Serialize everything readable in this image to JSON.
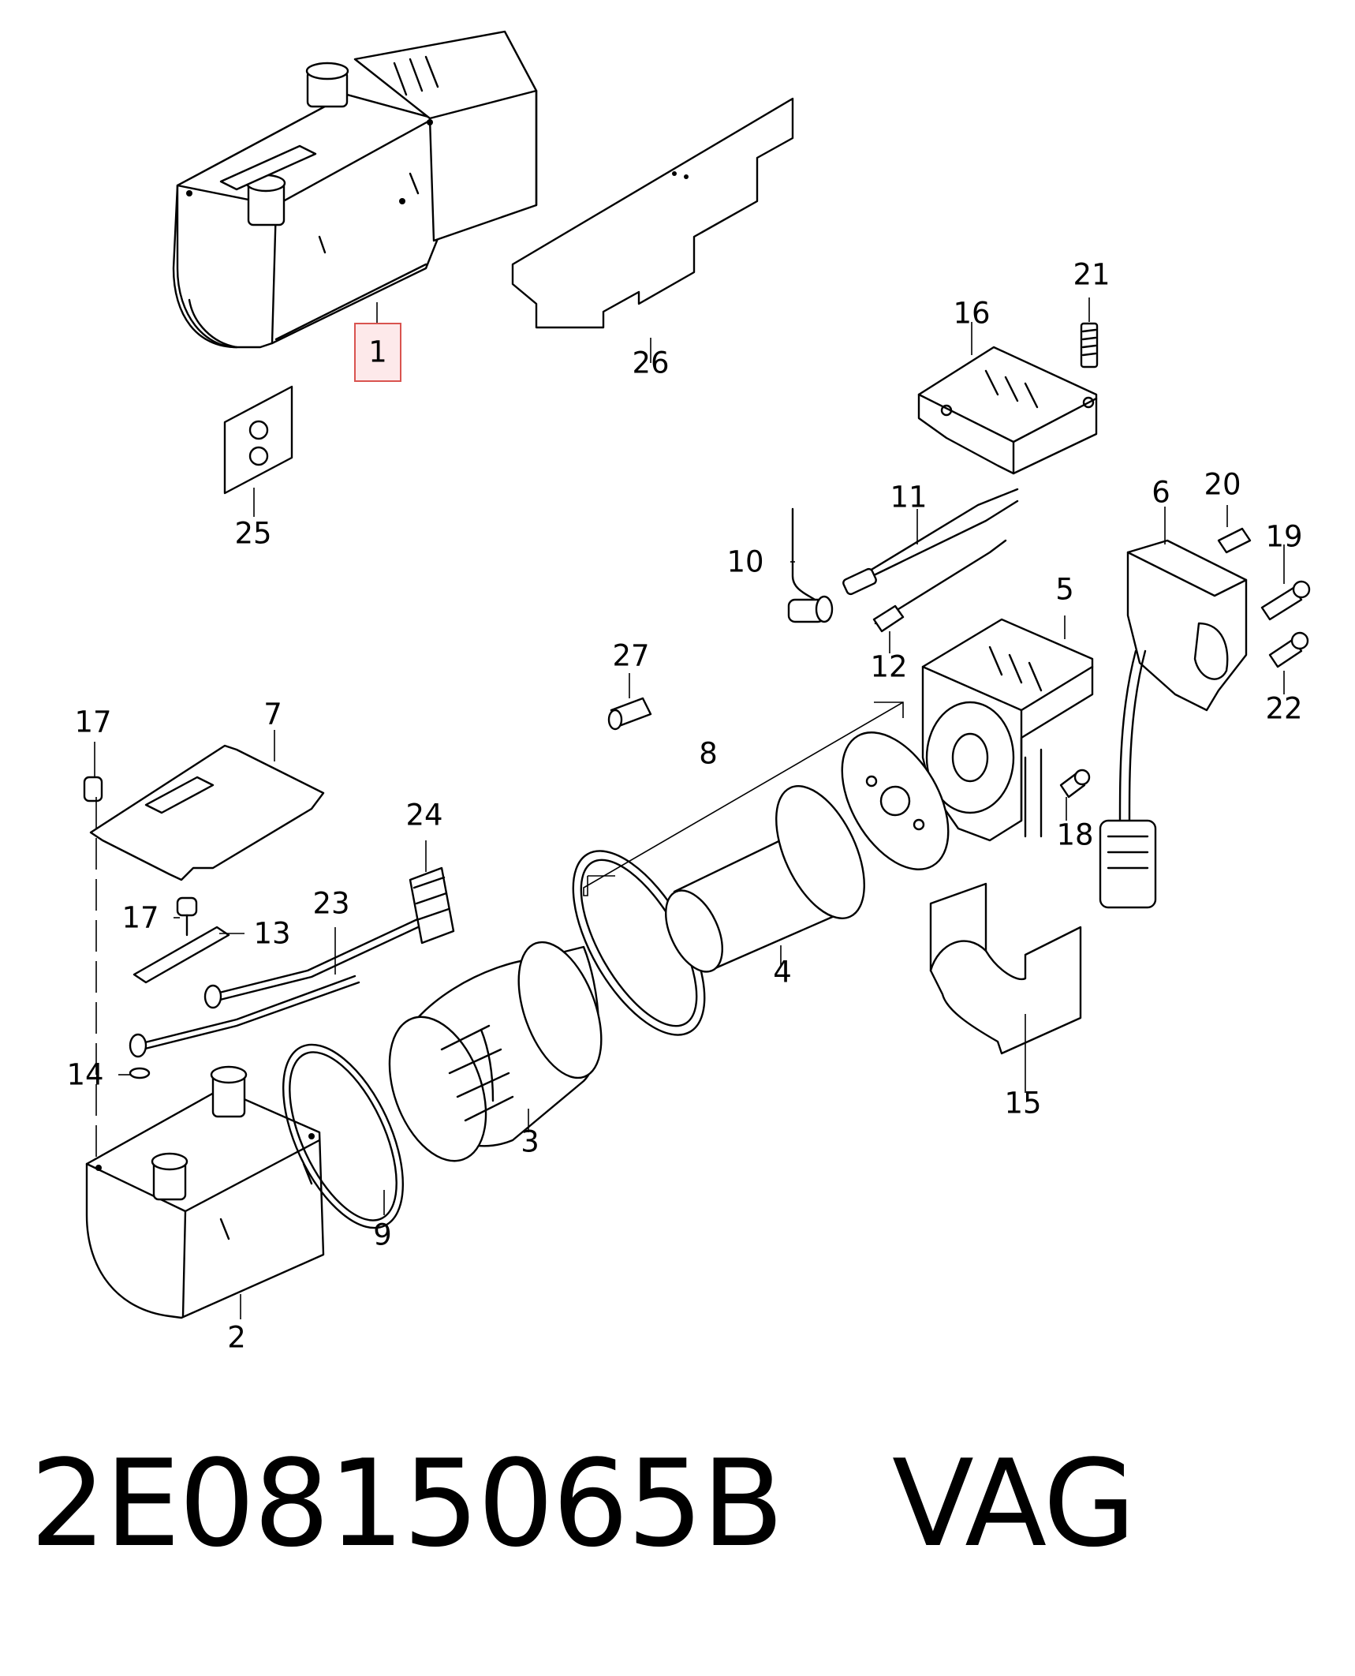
{
  "caption": {
    "part_number": "2E0815065B",
    "brand": "VAG"
  },
  "highlight_color": "#d9534f",
  "labels": [
    {
      "id": "1",
      "text": "1"
    },
    {
      "id": "2",
      "text": "2"
    },
    {
      "id": "3",
      "text": "3"
    },
    {
      "id": "4",
      "text": "4"
    },
    {
      "id": "5",
      "text": "5"
    },
    {
      "id": "6",
      "text": "6"
    },
    {
      "id": "7",
      "text": "7"
    },
    {
      "id": "8",
      "text": "8"
    },
    {
      "id": "9",
      "text": "9"
    },
    {
      "id": "10",
      "text": "10"
    },
    {
      "id": "11",
      "text": "11"
    },
    {
      "id": "12",
      "text": "12"
    },
    {
      "id": "13",
      "text": "13"
    },
    {
      "id": "14",
      "text": "14"
    },
    {
      "id": "15",
      "text": "15"
    },
    {
      "id": "16",
      "text": "16"
    },
    {
      "id": "17a",
      "text": "17"
    },
    {
      "id": "17b",
      "text": "17"
    },
    {
      "id": "18",
      "text": "18"
    },
    {
      "id": "19",
      "text": "19"
    },
    {
      "id": "20",
      "text": "20"
    },
    {
      "id": "21",
      "text": "21"
    },
    {
      "id": "22",
      "text": "22"
    },
    {
      "id": "23",
      "text": "23"
    },
    {
      "id": "24",
      "text": "24"
    },
    {
      "id": "25",
      "text": "25"
    },
    {
      "id": "26",
      "text": "26"
    },
    {
      "id": "27",
      "text": "27"
    }
  ]
}
